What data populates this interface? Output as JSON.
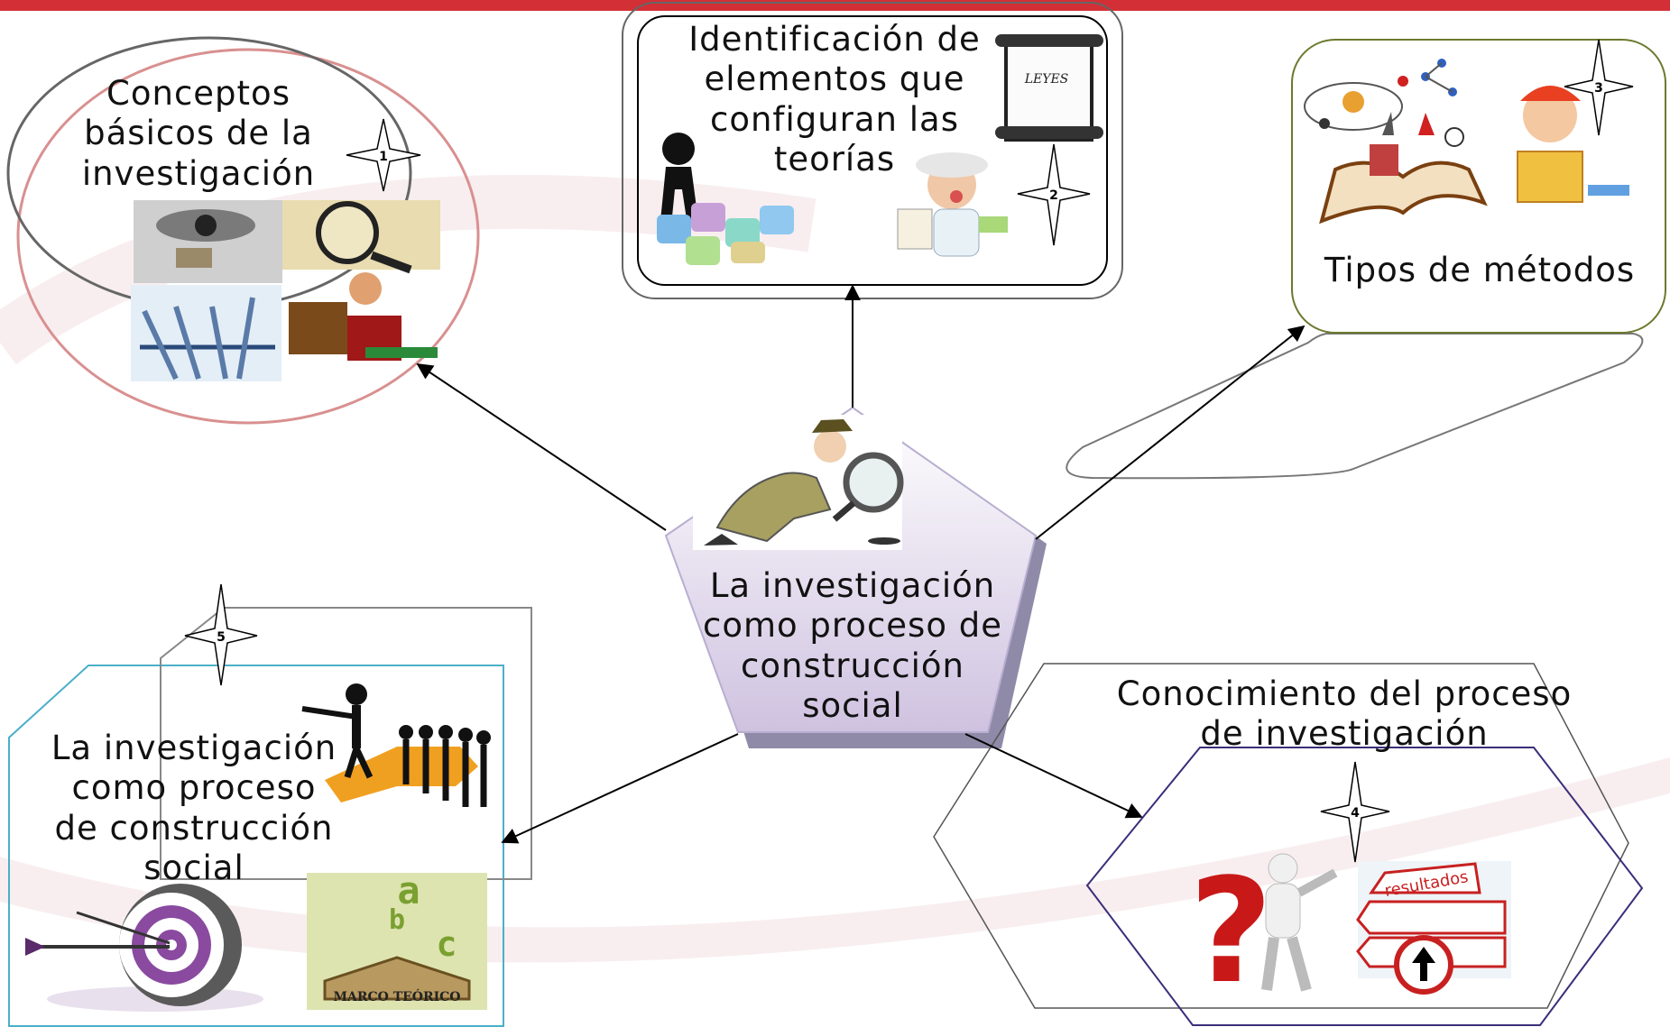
{
  "colors": {
    "top_bar": "#d32f36",
    "pentagon_fill": "#ddd2e8",
    "pentagon_shadow": "#8e8aa8",
    "circle_red": "#d99090",
    "box_green": "#6a7a2e",
    "box_blue": "#4bb0c8",
    "hex_purple": "#3a2e7a"
  },
  "icons": [
    "eye-document-image",
    "magnifier-paper-image",
    "test-tubes-image",
    "scholar-reading-image",
    "thinking-figure-image",
    "puzzle-pieces-image",
    "leyes-scroll-image",
    "scientist-image",
    "solar-system-science-image",
    "open-book-image",
    "reading-girl-image",
    "detective-magnifier-image",
    "leader-figures-arrow-image",
    "target-arrows-image",
    "abc-book-image",
    "question-mark-figure-image",
    "signpost-image"
  ],
  "center_node": {
    "label": "La investigación\ncomo proceso de\nconstrucción\nsocial"
  },
  "nodes": [
    {
      "id": "concepts",
      "label": "Conceptos\nbásicos de la\ninvestigación",
      "number": "1"
    },
    {
      "id": "ident",
      "label": "Identificación de\nelementos que\nconfiguran las\nteorías",
      "number": "2"
    },
    {
      "id": "tipos",
      "label": "Tipos de métodos",
      "number": "3"
    },
    {
      "id": "conoc",
      "label": "Conocimiento del proceso\nde investigación",
      "number": "4"
    },
    {
      "id": "left",
      "label": "La investigación\ncomo proceso\nde construcción\nsocial",
      "number": "5"
    }
  ],
  "image_texts": {
    "leyes": "LEYES",
    "resultados": "resultados",
    "abc_a": "a",
    "abc_b": "b",
    "abc_c": "c",
    "marco": "MARCO TEÓRICO"
  }
}
